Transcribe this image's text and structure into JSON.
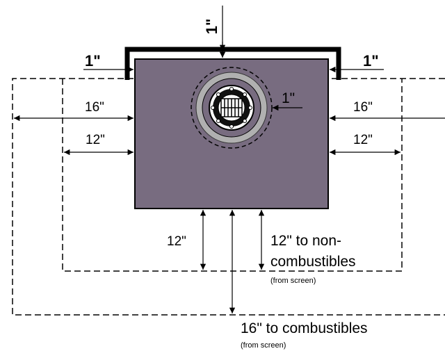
{
  "labels": {
    "top_gap": "1\"",
    "left_gap": "1\"",
    "right_gap": "1\"",
    "vent_gap": "1\"",
    "left_outer": "16\"",
    "right_outer": "16\"",
    "left_inner": "12\"",
    "right_inner": "12\"",
    "bottom_inner": "12\"",
    "noncomb_line1": "12\" to non-",
    "noncomb_line2": "combustibles",
    "noncomb_note": "(from screen)",
    "comb_main": "16\" to combustibles",
    "comb_note": "(from screen)"
  },
  "colors": {
    "stove_fill": "#786c80",
    "vent_ring": "#b0b0b0",
    "line": "#000000",
    "background": "#ffffff"
  },
  "icons": {
    "vent": "round-vent-grille-icon",
    "arrow": "arrowhead-icon"
  }
}
